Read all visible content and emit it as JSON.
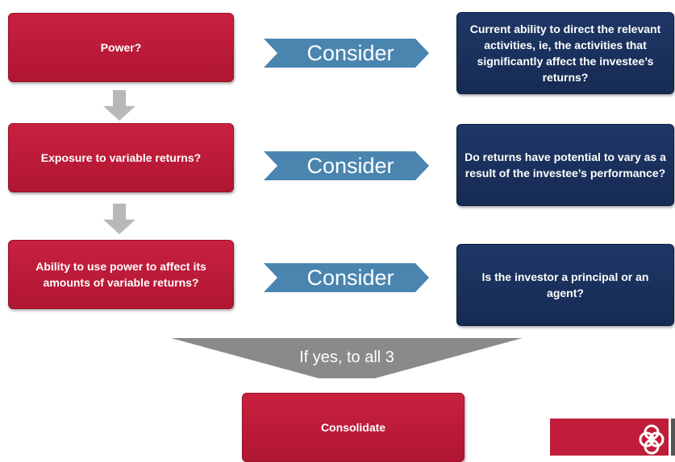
{
  "questions": [
    "Power?",
    "Exposure to variable returns?",
    "Ability to use power to affect its amounts of variable returns?"
  ],
  "consider_label": "Consider",
  "considerations": [
    "Current ability to direct the relevant activities, ie, the activities that significantly affect the investee’s returns?",
    "Do returns have potential to vary as a result of the investee’s performance?",
    "Is the investor a principal or an agent?"
  ],
  "funnel_label": "If yes, to all 3",
  "result": "Consolidate",
  "colors": {
    "question_box": "#c01d3a",
    "consideration_box": "#1b3260",
    "consider_arrow": "#4a85b0",
    "down_arrow": "#b8b8b8",
    "funnel": "#8a8a8a"
  }
}
